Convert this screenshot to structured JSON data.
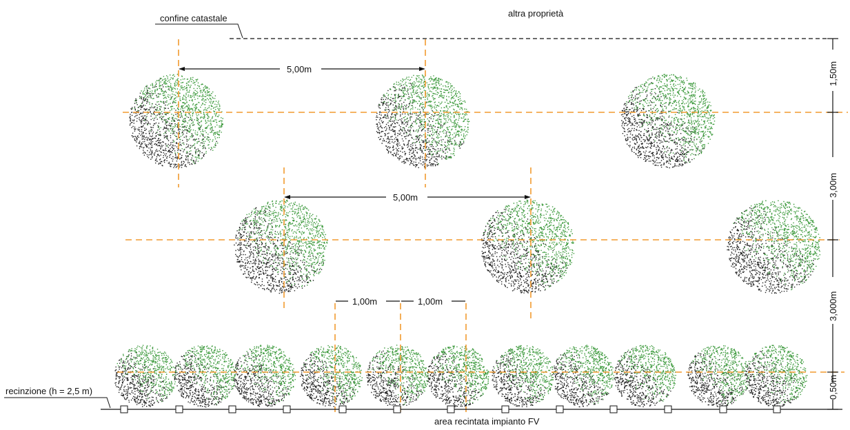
{
  "labels": {
    "cadastral_boundary": "confine catastale",
    "other_property": "altra proprietà",
    "fence": "recinzione (h = 2,5 m)",
    "fenced_area": "area recintata impianto FV"
  },
  "dimensions": {
    "row1_spacing": "5,00m",
    "row2_spacing": "5,00m",
    "hedge_spacing_a": "1,00m",
    "hedge_spacing_b": "1,00m",
    "vertical": [
      "1,50m",
      "3,00m",
      "3,000m",
      "0,50m"
    ]
  },
  "colors": {
    "axis_lines": "#f29a2e",
    "foliage_light": "#3d9a3d",
    "foliage_dark": "#222222",
    "ink": "#111111"
  }
}
